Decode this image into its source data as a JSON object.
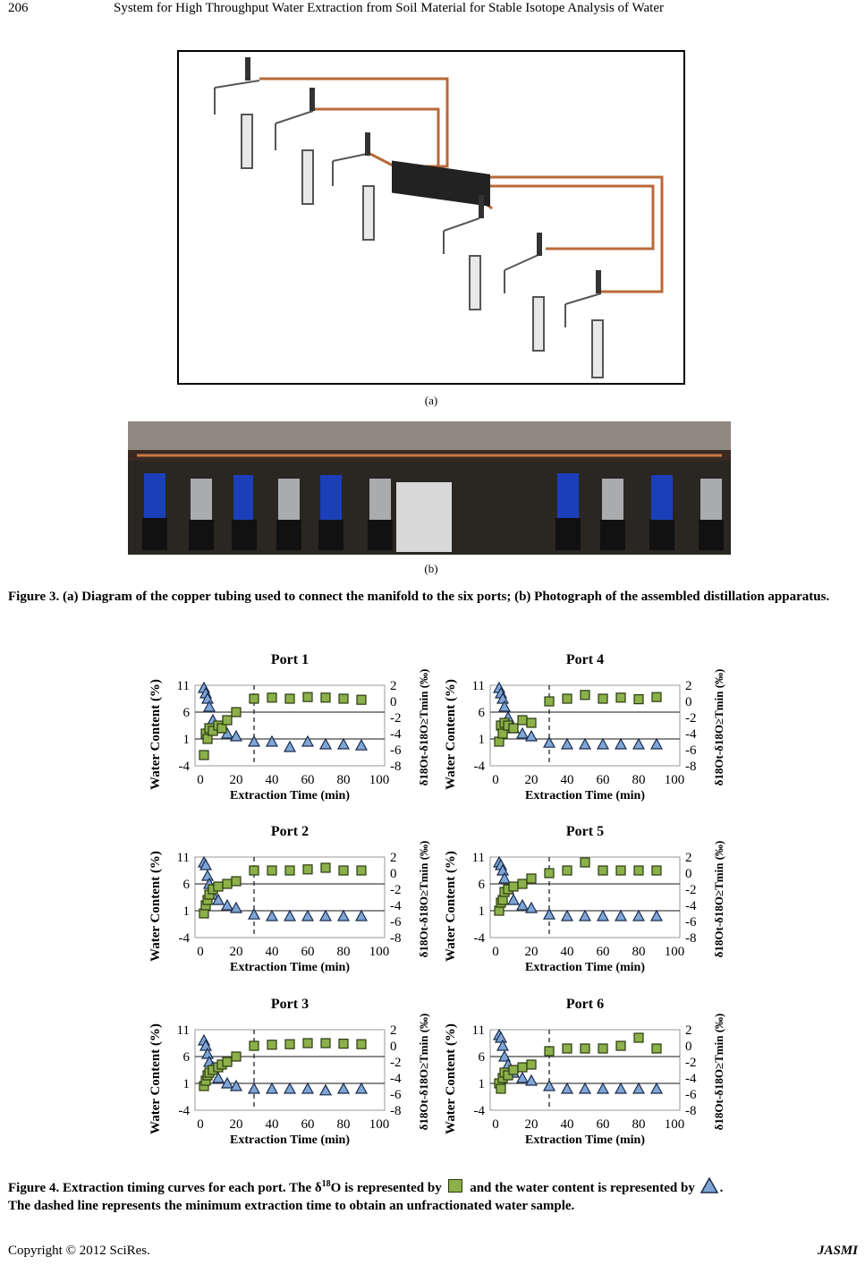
{
  "header": {
    "page_number": "206",
    "running_title": "System for High Throughput Water Extraction from Soil Material for Stable Isotope Analysis of Water"
  },
  "figure3": {
    "label_a": "(a)",
    "label_b": "(b)",
    "caption": "Figure 3. (a) Diagram of the copper tubing used to connect the manifold to the six ports; (b) Photograph of the assembled distillation apparatus."
  },
  "figure4": {
    "caption_part1": "Figure 4. Extraction timing curves for each port. The δ",
    "caption_sup": "18",
    "caption_part2": "O is represented by",
    "caption_part3": "and the water content is represented by",
    "caption_part4": ".",
    "caption_line2": "The dashed line represents the minimum extraction time to obtain an unfractionated water sample.",
    "colors": {
      "square_fill": "#8cb04a",
      "triangle_fill": "#7ea6d6"
    }
  },
  "chart_data": [
    {
      "type": "scatter",
      "title": "Port 1",
      "xlabel": "Extraction Time (min)",
      "ylabel": "Water Content (%)",
      "y2label": "δ18Ot-δ18O≥Tmin (‰)",
      "xticks": [
        0,
        20,
        40,
        60,
        80,
        100
      ],
      "yticks": [
        11,
        6,
        1,
        -4
      ],
      "y2ticks": [
        2,
        0,
        -2,
        -4,
        -6,
        -8
      ],
      "xlim": [
        -3,
        103
      ],
      "ylim": [
        -4,
        11
      ],
      "dashed_x": 30,
      "hlines": [
        6,
        1
      ],
      "series": [
        {
          "symbol": "triangle",
          "x": [
            2,
            3,
            4,
            5,
            7,
            10,
            15,
            20,
            30,
            40,
            50,
            60,
            70,
            80,
            90
          ],
          "y": [
            10.5,
            9.5,
            8.5,
            7,
            4.5,
            3,
            2,
            1.5,
            0.5,
            0.5,
            -0.5,
            0.5,
            0,
            0,
            -0.2
          ]
        },
        {
          "symbol": "square",
          "x": [
            2,
            3,
            4,
            5,
            7,
            10,
            12,
            15,
            20,
            30,
            40,
            50,
            60,
            70,
            80,
            90
          ],
          "y": [
            -2,
            2,
            1,
            3,
            2.5,
            3.5,
            3,
            4.5,
            6,
            8.5,
            8.7,
            8.5,
            8.8,
            8.7,
            8.5,
            8.3
          ]
        }
      ]
    },
    {
      "type": "scatter",
      "title": "Port 4",
      "xlabel": "Extraction Time (min)",
      "ylabel": "Water Content (%)",
      "y2label": "δ18Ot-δ18O≥Tmin (‰)",
      "xticks": [
        0,
        20,
        40,
        60,
        80,
        100
      ],
      "yticks": [
        11,
        6,
        1,
        -4
      ],
      "y2ticks": [
        2,
        0,
        -2,
        -4,
        -6,
        -8
      ],
      "xlim": [
        -3,
        103
      ],
      "ylim": [
        -4,
        11
      ],
      "dashed_x": 30,
      "hlines": [
        6,
        1
      ],
      "series": [
        {
          "symbol": "triangle",
          "x": [
            2,
            3,
            4,
            5,
            7,
            10,
            15,
            20,
            30,
            40,
            50,
            60,
            70,
            80,
            90
          ],
          "y": [
            10.5,
            9.5,
            8.5,
            7,
            5,
            3,
            2,
            1.5,
            0.3,
            0,
            0,
            0,
            0,
            0,
            0
          ]
        },
        {
          "symbol": "square",
          "x": [
            2,
            3,
            4,
            5,
            7,
            10,
            15,
            20,
            30,
            40,
            50,
            60,
            70,
            80,
            90
          ],
          "y": [
            0.5,
            3.5,
            2,
            4,
            3.5,
            3,
            4.5,
            4,
            8,
            8.5,
            9.2,
            8.5,
            8.7,
            8.4,
            8.8
          ]
        }
      ]
    },
    {
      "type": "scatter",
      "title": "Port 2",
      "xlabel": "Extraction Time (min)",
      "ylabel": "Water Content (%)",
      "y2label": "δ18Ot-δ18O≥Tmin (‰)",
      "xticks": [
        0,
        20,
        40,
        60,
        80,
        100
      ],
      "yticks": [
        11,
        6,
        1,
        -4
      ],
      "y2ticks": [
        2,
        0,
        -2,
        -4,
        -6,
        -8
      ],
      "xlim": [
        -3,
        103
      ],
      "ylim": [
        -4,
        11
      ],
      "dashed_x": 30,
      "hlines": [
        6,
        1
      ],
      "series": [
        {
          "symbol": "triangle",
          "x": [
            2,
            3,
            4,
            5,
            7,
            10,
            15,
            20,
            30,
            40,
            50,
            60,
            70,
            80,
            90
          ],
          "y": [
            10,
            9.5,
            7.5,
            6,
            4,
            3,
            2,
            1.5,
            0.3,
            0,
            0,
            0,
            0,
            0,
            0
          ]
        },
        {
          "symbol": "square",
          "x": [
            2,
            3,
            4,
            5,
            7,
            10,
            15,
            20,
            30,
            40,
            50,
            60,
            70,
            80,
            90
          ],
          "y": [
            0.5,
            2,
            3,
            4,
            5,
            5.5,
            6,
            6.5,
            8.5,
            8.5,
            8.5,
            8.7,
            9,
            8.5,
            8.5
          ]
        }
      ]
    },
    {
      "type": "scatter",
      "title": "Port 5",
      "xlabel": "Extraction Time (min)",
      "ylabel": "Water Content (%)",
      "y2label": "δ18Ot-δ18O≥Tmin (‰)",
      "xticks": [
        0,
        20,
        40,
        60,
        80,
        100
      ],
      "yticks": [
        11,
        6,
        1,
        -4
      ],
      "y2ticks": [
        2,
        0,
        -2,
        -4,
        -6,
        -8
      ],
      "xlim": [
        -3,
        103
      ],
      "ylim": [
        -4,
        11
      ],
      "dashed_x": 30,
      "hlines": [
        6,
        1
      ],
      "series": [
        {
          "symbol": "triangle",
          "x": [
            2,
            3,
            4,
            5,
            7,
            10,
            15,
            20,
            30,
            40,
            50,
            60,
            70,
            80,
            90
          ],
          "y": [
            10,
            9.5,
            8.5,
            7,
            5,
            3,
            2,
            1.5,
            0.3,
            0,
            0,
            0,
            0,
            0,
            0
          ]
        },
        {
          "symbol": "square",
          "x": [
            2,
            3,
            4,
            5,
            7,
            10,
            15,
            20,
            30,
            40,
            50,
            60,
            70,
            80,
            90
          ],
          "y": [
            1,
            2.5,
            3,
            4.5,
            5,
            5.5,
            6,
            7,
            8,
            8.5,
            10,
            8.5,
            8.5,
            8.5,
            8.5
          ]
        }
      ]
    },
    {
      "type": "scatter",
      "title": "Port 3",
      "xlabel": "Extraction Time (min)",
      "ylabel": "Water Content (%)",
      "y2label": "δ18Ot-δ18O≥Tmin (‰)",
      "xticks": [
        0,
        20,
        40,
        60,
        80,
        100
      ],
      "yticks": [
        11,
        6,
        1,
        -4
      ],
      "y2ticks": [
        2,
        0,
        -2,
        -4,
        -6,
        -8
      ],
      "xlim": [
        -3,
        103
      ],
      "ylim": [
        -4,
        11
      ],
      "dashed_x": 30,
      "hlines": [
        6,
        1
      ],
      "series": [
        {
          "symbol": "triangle",
          "x": [
            2,
            3,
            4,
            5,
            7,
            10,
            15,
            20,
            30,
            40,
            50,
            60,
            70,
            80,
            90
          ],
          "y": [
            9,
            8,
            6.5,
            5,
            4,
            2,
            1,
            0.5,
            0,
            0,
            0,
            0,
            -0.3,
            0,
            0
          ]
        },
        {
          "symbol": "square",
          "x": [
            2,
            3,
            4,
            5,
            7,
            10,
            12,
            15,
            20,
            30,
            40,
            50,
            60,
            70,
            80,
            90
          ],
          "y": [
            0.5,
            1.5,
            2.5,
            3,
            3.5,
            4,
            4.5,
            5,
            6,
            8,
            8.2,
            8.3,
            8.5,
            8.5,
            8.4,
            8.3
          ]
        }
      ]
    },
    {
      "type": "scatter",
      "title": "Port 6",
      "xlabel": "Extraction Time (min)",
      "ylabel": "Water Content (%)",
      "y2label": "δ18Ot-δ18O≥Tmin (‰)",
      "xticks": [
        0,
        20,
        40,
        60,
        80,
        100
      ],
      "yticks": [
        11,
        6,
        1,
        -4
      ],
      "y2ticks": [
        2,
        0,
        -2,
        -4,
        -6,
        -8
      ],
      "xlim": [
        -3,
        103
      ],
      "ylim": [
        -4,
        11
      ],
      "dashed_x": 30,
      "hlines": [
        6,
        1
      ],
      "series": [
        {
          "symbol": "triangle",
          "x": [
            2,
            3,
            4,
            5,
            7,
            10,
            15,
            20,
            30,
            40,
            50,
            60,
            70,
            80,
            90
          ],
          "y": [
            10,
            9.5,
            8,
            6,
            4.5,
            3,
            2,
            1.5,
            0.5,
            0,
            0,
            0,
            0,
            0,
            0
          ]
        },
        {
          "symbol": "square",
          "x": [
            2,
            3,
            4,
            5,
            7,
            10,
            15,
            20,
            30,
            40,
            50,
            60,
            70,
            80,
            90
          ],
          "y": [
            1,
            0,
            2,
            3,
            2.5,
            3.5,
            4,
            4.5,
            7,
            7.5,
            7.5,
            7.5,
            8,
            9.5,
            7.5
          ]
        }
      ]
    }
  ],
  "footer": {
    "copyright": "Copyright © 2012 SciRes.",
    "journal": "JASMI"
  }
}
